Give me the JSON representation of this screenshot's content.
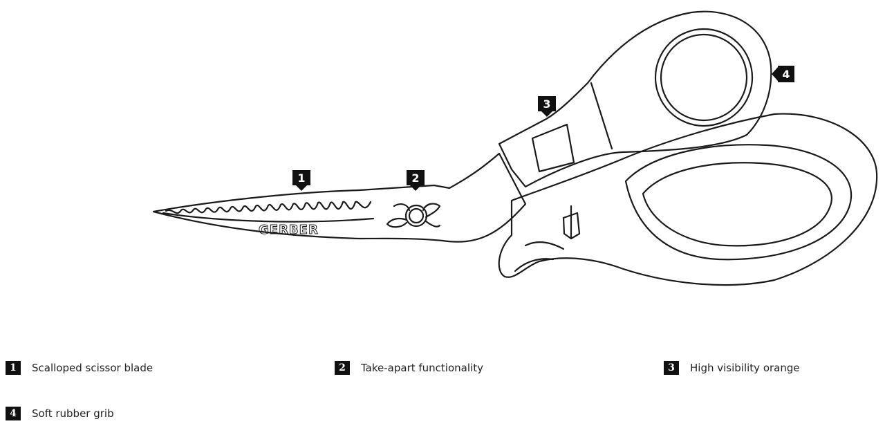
{
  "diagram": {
    "brand_text": "GERBER",
    "callouts": [
      {
        "number": "1"
      },
      {
        "number": "2"
      },
      {
        "number": "3"
      },
      {
        "number": "4"
      }
    ]
  },
  "legend": [
    {
      "number": "1",
      "label": "Scalloped scissor blade"
    },
    {
      "number": "2",
      "label": "Take-apart functionality"
    },
    {
      "number": "3",
      "label": "High visibility orange"
    },
    {
      "number": "4",
      "label": "Soft rubber grib"
    }
  ]
}
